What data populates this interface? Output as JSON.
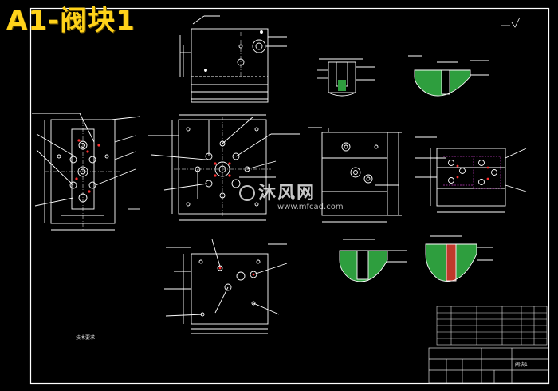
{
  "title": "A1-阀块1",
  "watermark": {
    "brand": "沐风网",
    "url": "www.mfcad.com"
  },
  "technical_requirements": {
    "heading": "技术要求",
    "lines": [
      "",
      "",
      "",
      "",
      "",
      "",
      "",
      ""
    ]
  },
  "title_block": {
    "company": "",
    "drawing_name": "阀块1",
    "drawing_number": ""
  },
  "colors": {
    "background": "#000000",
    "title": "#ffd21a",
    "linework": "#ffffff",
    "section_fill": "#2e9e3e",
    "marker": "#ff3030",
    "hidden_lines": "#c23ac2"
  }
}
